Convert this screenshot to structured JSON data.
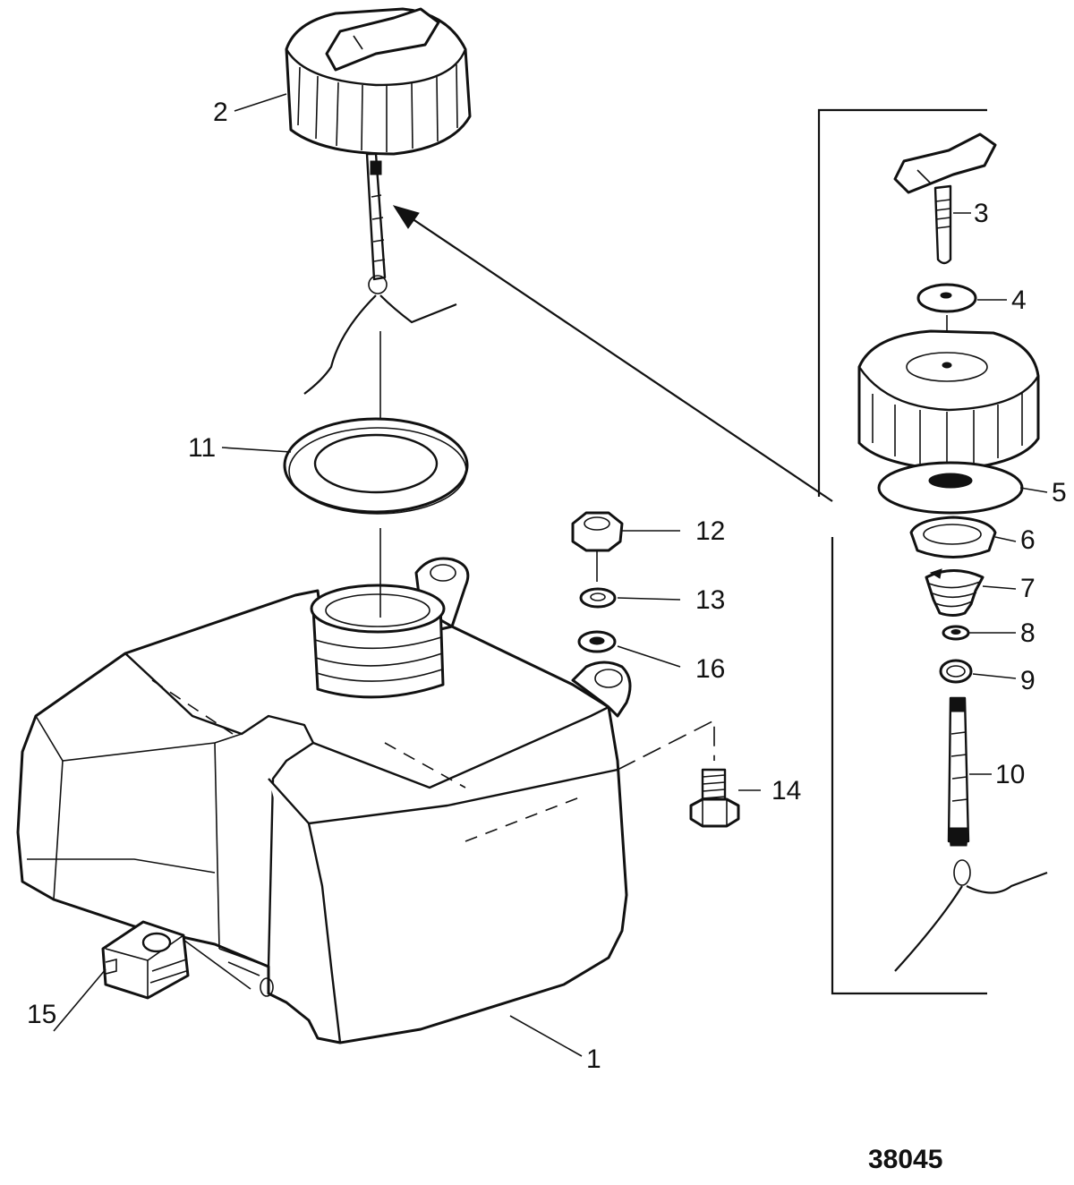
{
  "figure_number": "38045",
  "callouts": {
    "c1": "1",
    "c2": "2",
    "c3": "3",
    "c4": "4",
    "c5": "5",
    "c6": "6",
    "c7": "7",
    "c8": "8",
    "c9": "9",
    "c10": "10",
    "c11": "11",
    "c12": "12",
    "c13": "13",
    "c14": "14",
    "c15": "15",
    "c16": "16"
  }
}
